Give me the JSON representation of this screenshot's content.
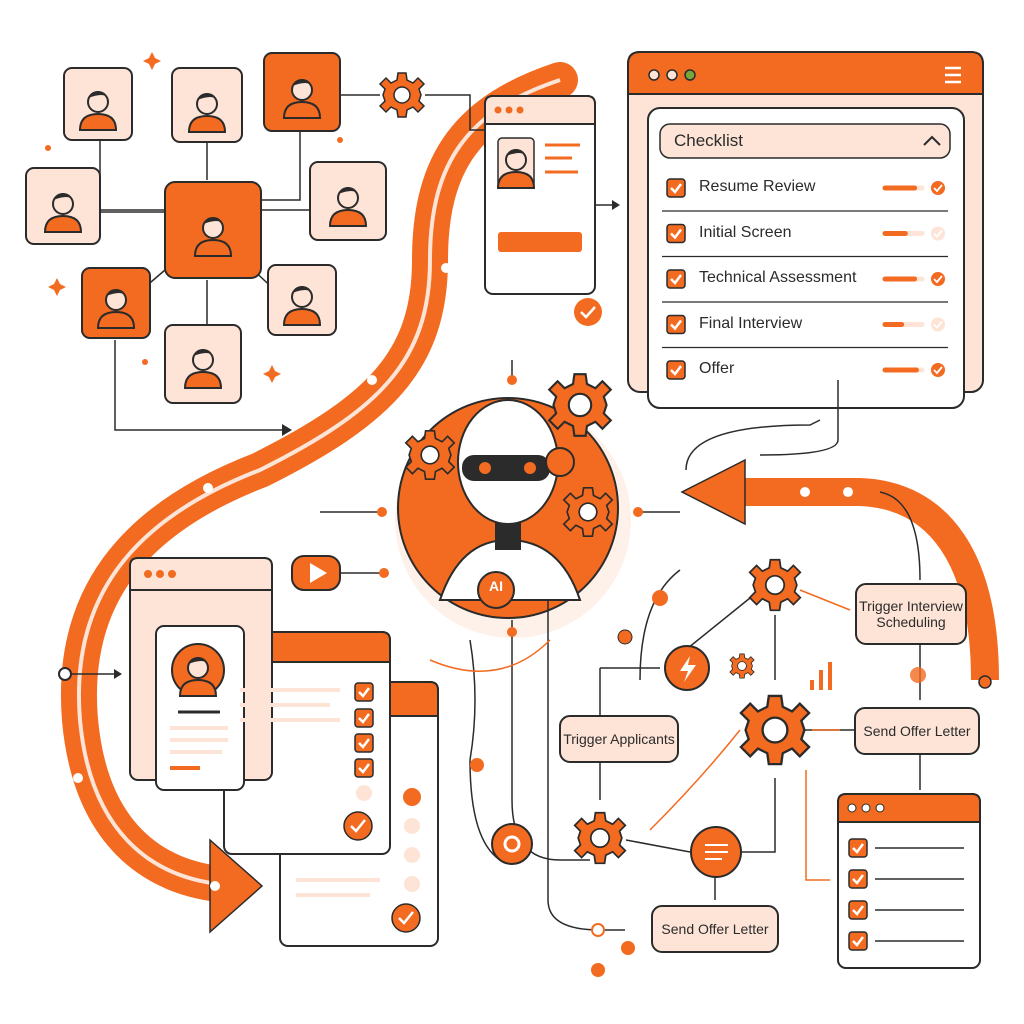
{
  "colors": {
    "accent": "#f26b21",
    "light": "#fde4d6",
    "outline": "#2b2b2b",
    "background": "#ffffff"
  },
  "checklist": {
    "title": "Checklist",
    "items": [
      {
        "label": "Resume Review",
        "checked": true,
        "progress": 0.8,
        "status_done": true
      },
      {
        "label": "Initial Screen",
        "checked": true,
        "progress": 0.55,
        "status_done": false
      },
      {
        "label": "Technical Assessment",
        "checked": true,
        "progress": 0.8,
        "status_done": true
      },
      {
        "label": "Final Interview",
        "checked": true,
        "progress": 0.45,
        "status_done": false
      },
      {
        "label": "Offer",
        "checked": true,
        "progress": 0.85,
        "status_done": true
      }
    ]
  },
  "flow": {
    "trigger_interview": "Trigger Interview Scheduling",
    "send_offer_right": "Send Offer Letter",
    "trigger_applicants": "Trigger Applicants",
    "send_offer_bottom": "Send Offer Letter"
  },
  "robot_badge": "AI",
  "icons": [
    "person-avatar-icon",
    "gear-icon",
    "checkbox-icon",
    "play-icon",
    "lightning-icon",
    "document-icon",
    "bar-chart-icon",
    "chevron-up-icon",
    "menu-icon",
    "robot-icon"
  ]
}
